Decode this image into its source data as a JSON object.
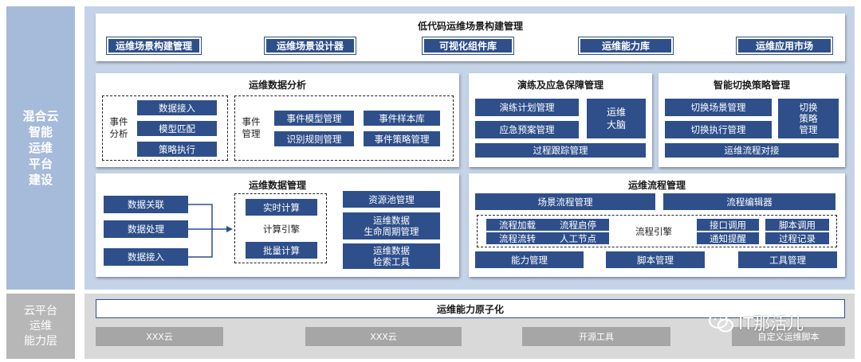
{
  "sidebar": {
    "top": "混合云\n智能\n运维\n平台\n建设",
    "bottom": "云平台\n运维\n能力层"
  },
  "lowcode": {
    "title": "低代码运维场景构建管理",
    "buttons": [
      "运维场景构建管理",
      "运维场景设计器",
      "可视化组件库",
      "运维能力库",
      "运维应用市场"
    ]
  },
  "analysis": {
    "title": "运维数据分析",
    "event_analysis_label": "事件\n分析",
    "event_analysis_items": [
      "数据接入",
      "模型匹配",
      "策略执行"
    ],
    "event_mgmt_label": "事件\n管理",
    "event_mgmt_items": [
      "事件模型管理",
      "事件样本库",
      "识别规则管理",
      "事件策略管理"
    ]
  },
  "drill": {
    "title": "演练及应急保障管理",
    "plan": "演练计划管理",
    "emergency": "应急预案管理",
    "brain": "运维\n大脑",
    "track": "过程跟踪管理"
  },
  "switch": {
    "title": "智能切换策略管理",
    "scene": "切换场景管理",
    "exec": "切换执行管理",
    "policy": "切换\n策略\n管理",
    "dock": "运维流程对接"
  },
  "datamgmt": {
    "title": "运维数据管理",
    "inputs": [
      "数据关联",
      "数据处理",
      "数据接入"
    ],
    "realtime": "实时计算",
    "engine": "计算引擎",
    "batch": "批量计算",
    "right": [
      "资源池管理",
      "运维数据\n生命周期管理",
      "运维数据\n检索工具"
    ]
  },
  "flow": {
    "title": "运维流程管理",
    "scene": "场景流程管理",
    "editor": "流程编辑器",
    "left_items": [
      "流程加载",
      "流程启停",
      "流程流转",
      "人工节点"
    ],
    "engine": "流程引擎",
    "right_items": [
      "接口调用",
      "脚本调用",
      "通知提醒",
      "过程记录"
    ],
    "bottom": [
      "能力管理",
      "脚本管理",
      "工具管理"
    ]
  },
  "capability": {
    "atomic": "运维能力原子化",
    "clouds": [
      "XXX云",
      "XXX云",
      "开源工具",
      "自定义运维脚本"
    ]
  },
  "watermark": "IT那活儿"
}
